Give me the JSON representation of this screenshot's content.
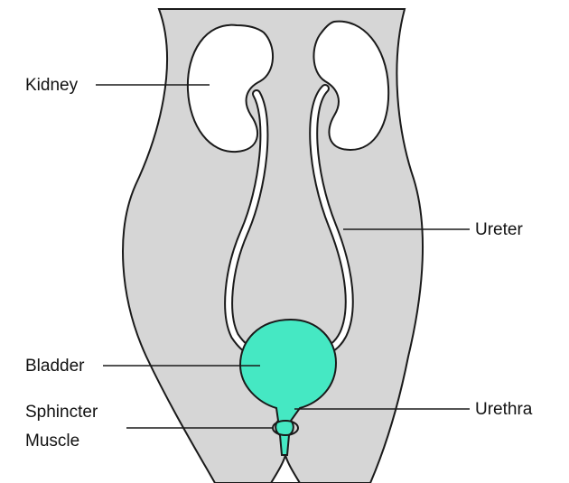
{
  "labels": {
    "kidney": "Kidney",
    "ureter": "Ureter",
    "bladder": "Bladder",
    "sphincter_line1": "Sphincter",
    "sphincter_line2": "Muscle",
    "urethra": "Urethra"
  },
  "colors": {
    "torso_fill": "#d6d6d6",
    "outline": "#1a1a1a",
    "organ_fill": "#ffffff",
    "bladder_fill": "#45e8c3",
    "background": "#ffffff"
  }
}
